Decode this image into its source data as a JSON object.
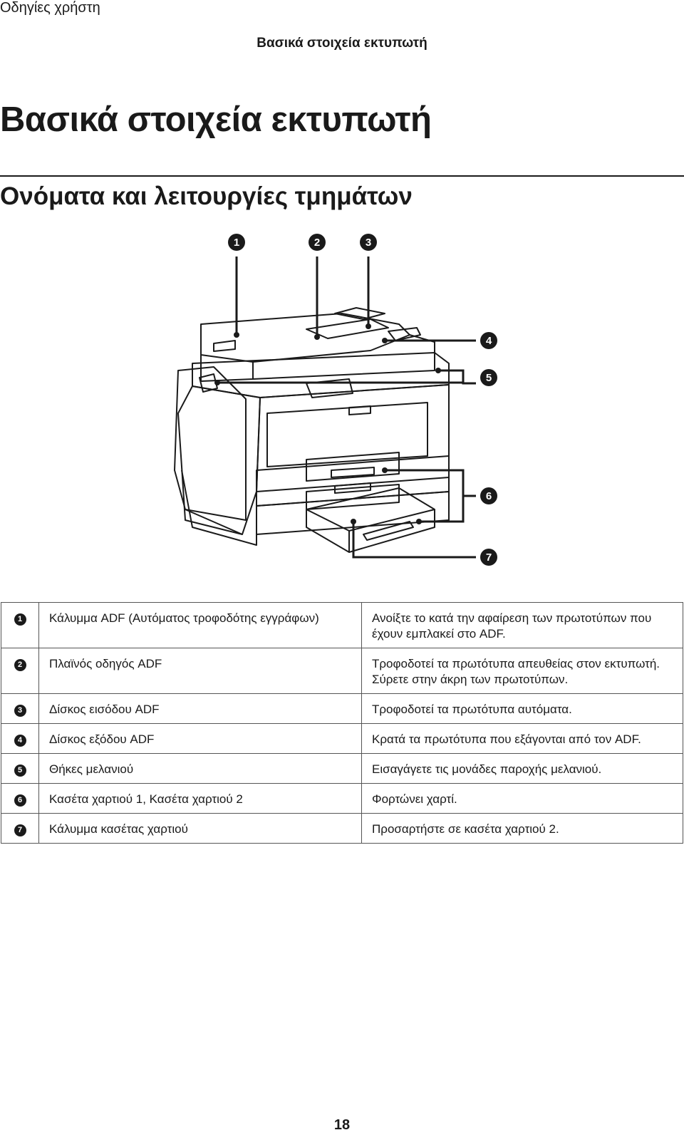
{
  "header": {
    "manual_title": "Οδηγίες χρήστη",
    "chapter_title": "Βασικά στοιχεία εκτυπωτή"
  },
  "page_title": "Βασικά στοιχεία εκτυπωτή",
  "section_title": "Ονόματα και λειτουργίες τμημάτων",
  "figure": {
    "callouts": [
      "1",
      "2",
      "3",
      "4",
      "5",
      "6",
      "7"
    ]
  },
  "parts": [
    {
      "num": "1",
      "name": "Κάλυμμα ADF (Αυτόματος τροφοδότης εγγράφων)",
      "desc": "Ανοίξτε το κατά την αφαίρεση των πρωτοτύπων που έχουν εμπλακεί στο ADF."
    },
    {
      "num": "2",
      "name": "Πλαϊνός οδηγός ADF",
      "desc": "Τροφοδοτεί τα πρωτότυπα απευθείας στον εκτυπωτή. Σύρετε στην άκρη των πρωτοτύπων."
    },
    {
      "num": "3",
      "name": "Δίσκος εισόδου ADF",
      "desc": "Τροφοδοτεί τα πρωτότυπα αυτόματα."
    },
    {
      "num": "4",
      "name": "Δίσκος εξόδου ADF",
      "desc": "Κρατά τα πρωτότυπα που εξάγονται από τον ADF."
    },
    {
      "num": "5",
      "name": "Θήκες μελανιού",
      "desc": "Εισαγάγετε τις μονάδες παροχής μελανιού."
    },
    {
      "num": "6",
      "name": "Κασέτα χαρτιού 1, Κασέτα χαρτιού 2",
      "desc": "Φορτώνει χαρτί."
    },
    {
      "num": "7",
      "name": "Κάλυμμα κασέτας χαρτιού",
      "desc": "Προσαρτήστε σε κασέτα χαρτιού 2."
    }
  ],
  "page_number": "18"
}
